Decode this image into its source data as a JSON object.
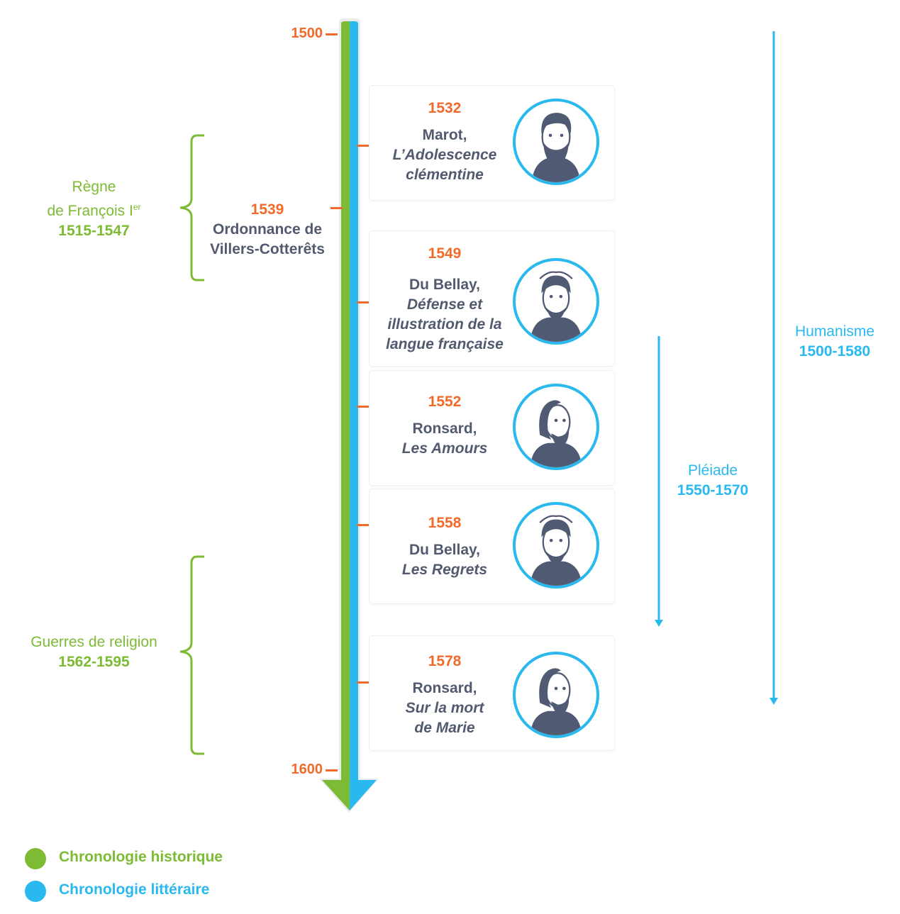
{
  "colors": {
    "historical": "#7dbb35",
    "literary": "#29b9ef",
    "year": "#f26a2a",
    "text": "#525a70"
  },
  "axis": {
    "start_label": "1500",
    "end_label": "1600"
  },
  "historical_periods": [
    {
      "line1": "Règne",
      "line2_main": "de François I",
      "line2_sup": "er",
      "years": "1515-1547"
    },
    {
      "line1": "Guerres de religion",
      "years": "1562-1595"
    }
  ],
  "historical_event": {
    "year": "1539",
    "line1": "Ordonnance de",
    "line2": "Villers-Cotterêts"
  },
  "literary_events": [
    {
      "year": "1532",
      "author": "Marot,",
      "work_lines": [
        "L’Adolescence",
        "clémentine"
      ],
      "portrait": "marot-portrait-icon"
    },
    {
      "year": "1549",
      "author": "Du Bellay,",
      "work_lines": [
        "Défense et",
        "illustration de la",
        "langue française"
      ],
      "portrait": "du-bellay-portrait-icon"
    },
    {
      "year": "1552",
      "author": "Ronsard,",
      "work_lines": [
        "Les Amours"
      ],
      "portrait": "ronsard-portrait-icon"
    },
    {
      "year": "1558",
      "author": "Du Bellay,",
      "work_lines": [
        "Les Regrets"
      ],
      "portrait": "du-bellay-portrait-icon"
    },
    {
      "year": "1578",
      "author": "Ronsard,",
      "work_lines": [
        "Sur la mort",
        "de Marie"
      ],
      "portrait": "ronsard-portrait-icon"
    }
  ],
  "literary_movements": [
    {
      "name": "Pléiade",
      "years": "1550-1570"
    },
    {
      "name": "Humanisme",
      "years": "1500-1580"
    }
  ],
  "legend": [
    {
      "label": "Chronologie historique",
      "color": "#7dbb35"
    },
    {
      "label": "Chronologie littéraire",
      "color": "#29b9ef"
    }
  ]
}
